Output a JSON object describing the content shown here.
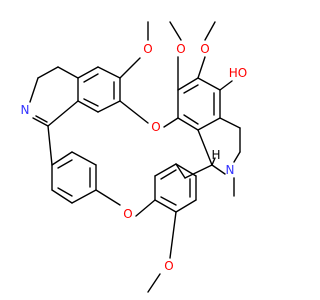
{
  "colors": {
    "bond": "#000000",
    "nitrogen": "#3333ff",
    "oxygen": "#ff0000",
    "stereo_h": "#000000",
    "background": "#ffffff"
  },
  "labels": {
    "methoxy_1": "O",
    "methoxy_2": "O",
    "methoxy_3": "O",
    "hydroxyl": "HO",
    "imine_n": "N",
    "amine_n": "N",
    "stereo_h": "H",
    "ether_top": "O",
    "ether_bottom": "O",
    "methoxy_bottom": "O"
  }
}
